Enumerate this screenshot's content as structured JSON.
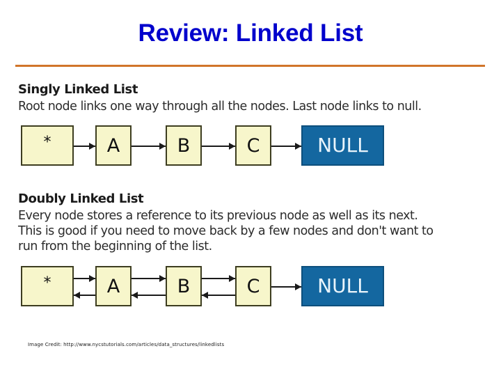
{
  "slide": {
    "title": "Review: Linked List",
    "title_color": "#0000cc",
    "rule_color": "#d1752a"
  },
  "content": {
    "singly": {
      "heading": "Singly Linked List",
      "description": "Root node links one way through all the nodes. Last node links to null.",
      "nodes": [
        {
          "label": "*",
          "type": "root"
        },
        {
          "label": "A",
          "type": "data"
        },
        {
          "label": "B",
          "type": "data"
        },
        {
          "label": "C",
          "type": "data"
        },
        {
          "label": "NULL",
          "type": "null"
        }
      ],
      "link_direction": "forward"
    },
    "doubly": {
      "heading": "Doubly Linked List",
      "description": "Every node stores a reference to its previous node as well as its next.\nThis is good if you need to move back by a few nodes and don't want to\nrun from the beginning of the list.",
      "nodes": [
        {
          "label": "*",
          "type": "root"
        },
        {
          "label": "A",
          "type": "data"
        },
        {
          "label": "B",
          "type": "data"
        },
        {
          "label": "C",
          "type": "data"
        },
        {
          "label": "NULL",
          "type": "null"
        }
      ],
      "link_direction": "bidirectional"
    },
    "node_fill_color": "#f7f6cb",
    "node_border_color": "#3d3d20",
    "null_fill_color": "#1467a0",
    "null_text_color": "#e9f4fb"
  },
  "credit": {
    "text": "Image Credit: http://www.nycstutorials.com/articles/data_structures/linkedlists"
  }
}
